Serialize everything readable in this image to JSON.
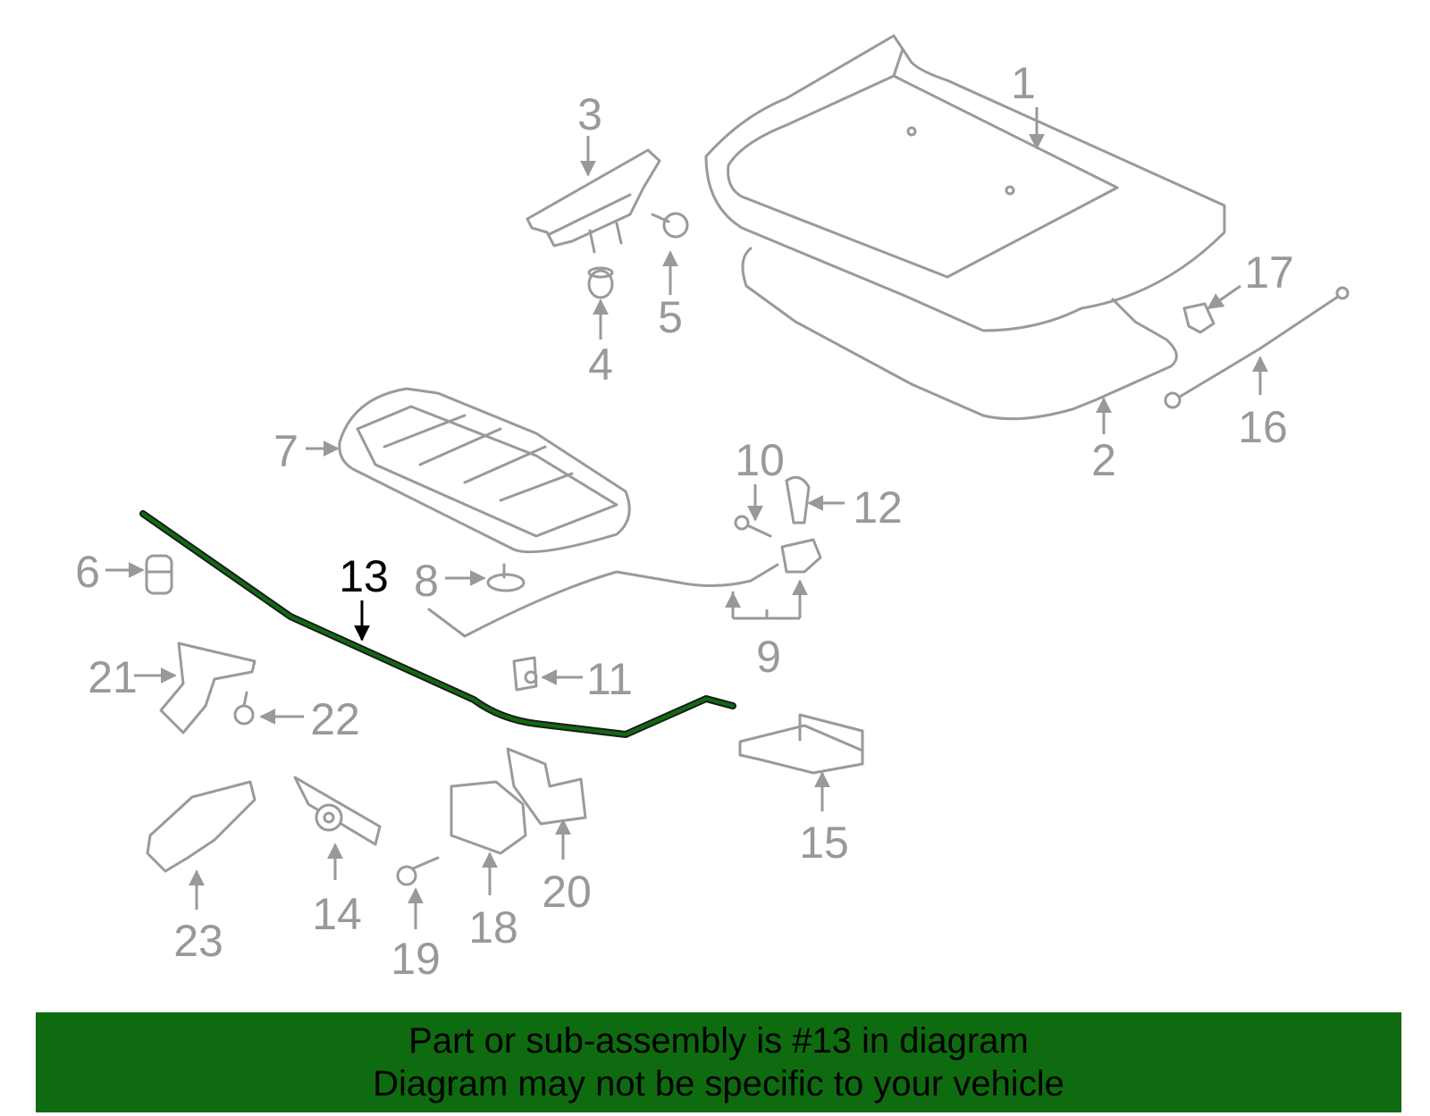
{
  "diagram": {
    "highlight_color": "#0f6b0f",
    "highlighted_part": "13",
    "labels": [
      "1",
      "2",
      "3",
      "4",
      "5",
      "6",
      "7",
      "8",
      "9",
      "10",
      "11",
      "12",
      "13",
      "14",
      "15",
      "16",
      "17",
      "18",
      "19",
      "20",
      "21",
      "22",
      "23"
    ]
  },
  "banner": {
    "line1": "Part or sub-assembly is #13 in diagram",
    "line2": "Diagram may not be specific to your vehicle",
    "background": "#0f6b0f"
  }
}
